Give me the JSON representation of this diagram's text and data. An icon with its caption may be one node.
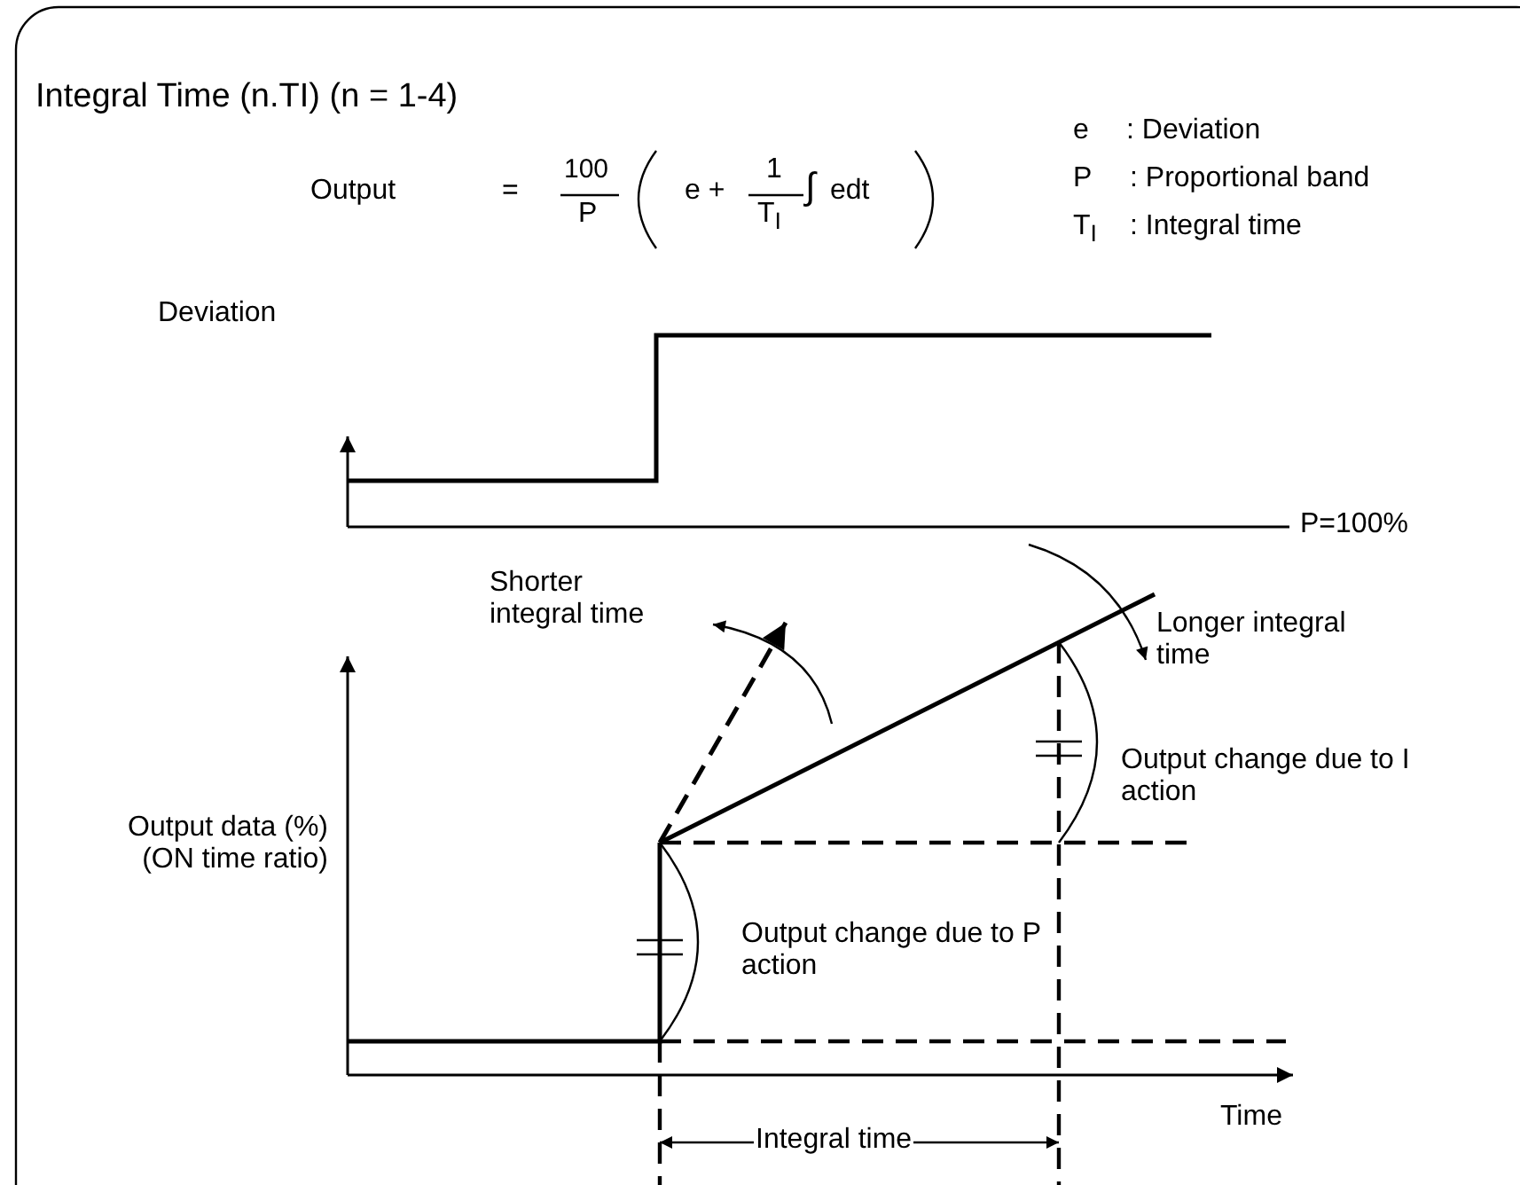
{
  "diagram": {
    "title": "Integral Time (n.TI) (n = 1-4)",
    "labels": [
      "Output",
      "=",
      "100",
      "P",
      "e +",
      "1",
      "T$_{I}$",
      "∫",
      "edt",
      "e",
      ": Deviation",
      "P",
      ": Proportional band",
      "T$_{I}$",
      ": Integral time",
      "Deviation",
      "P=100%",
      "Shorter integral time",
      "Longer integral time",
      "Output change due to I action",
      "Output data (%) (ON time ratio)",
      "Output change due to P action",
      "Integral time",
      "Time"
    ]
  }
}
